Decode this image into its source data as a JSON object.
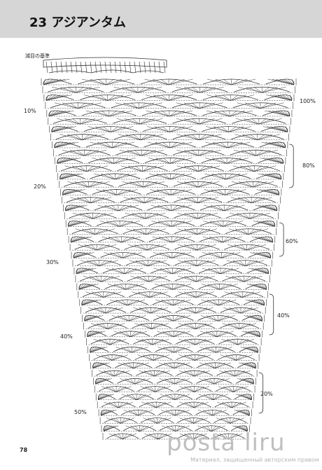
{
  "header": {
    "title": "23 アジアンタム"
  },
  "legend": {
    "text": "減目の基準"
  },
  "side_labels_left": [
    "10%",
    "20%",
    "30%",
    "40%",
    "50%"
  ],
  "side_labels_right": [
    "100%",
    "80%",
    "60%",
    "40%",
    "20%"
  ],
  "page_number": "78",
  "watermark": {
    "logo": "posta liru",
    "caption": "Материал, защищенный авторским правом"
  },
  "colors": {
    "line": "#333333",
    "header_bg": "#d6d6d6",
    "watermark": "#bfbfbf"
  }
}
